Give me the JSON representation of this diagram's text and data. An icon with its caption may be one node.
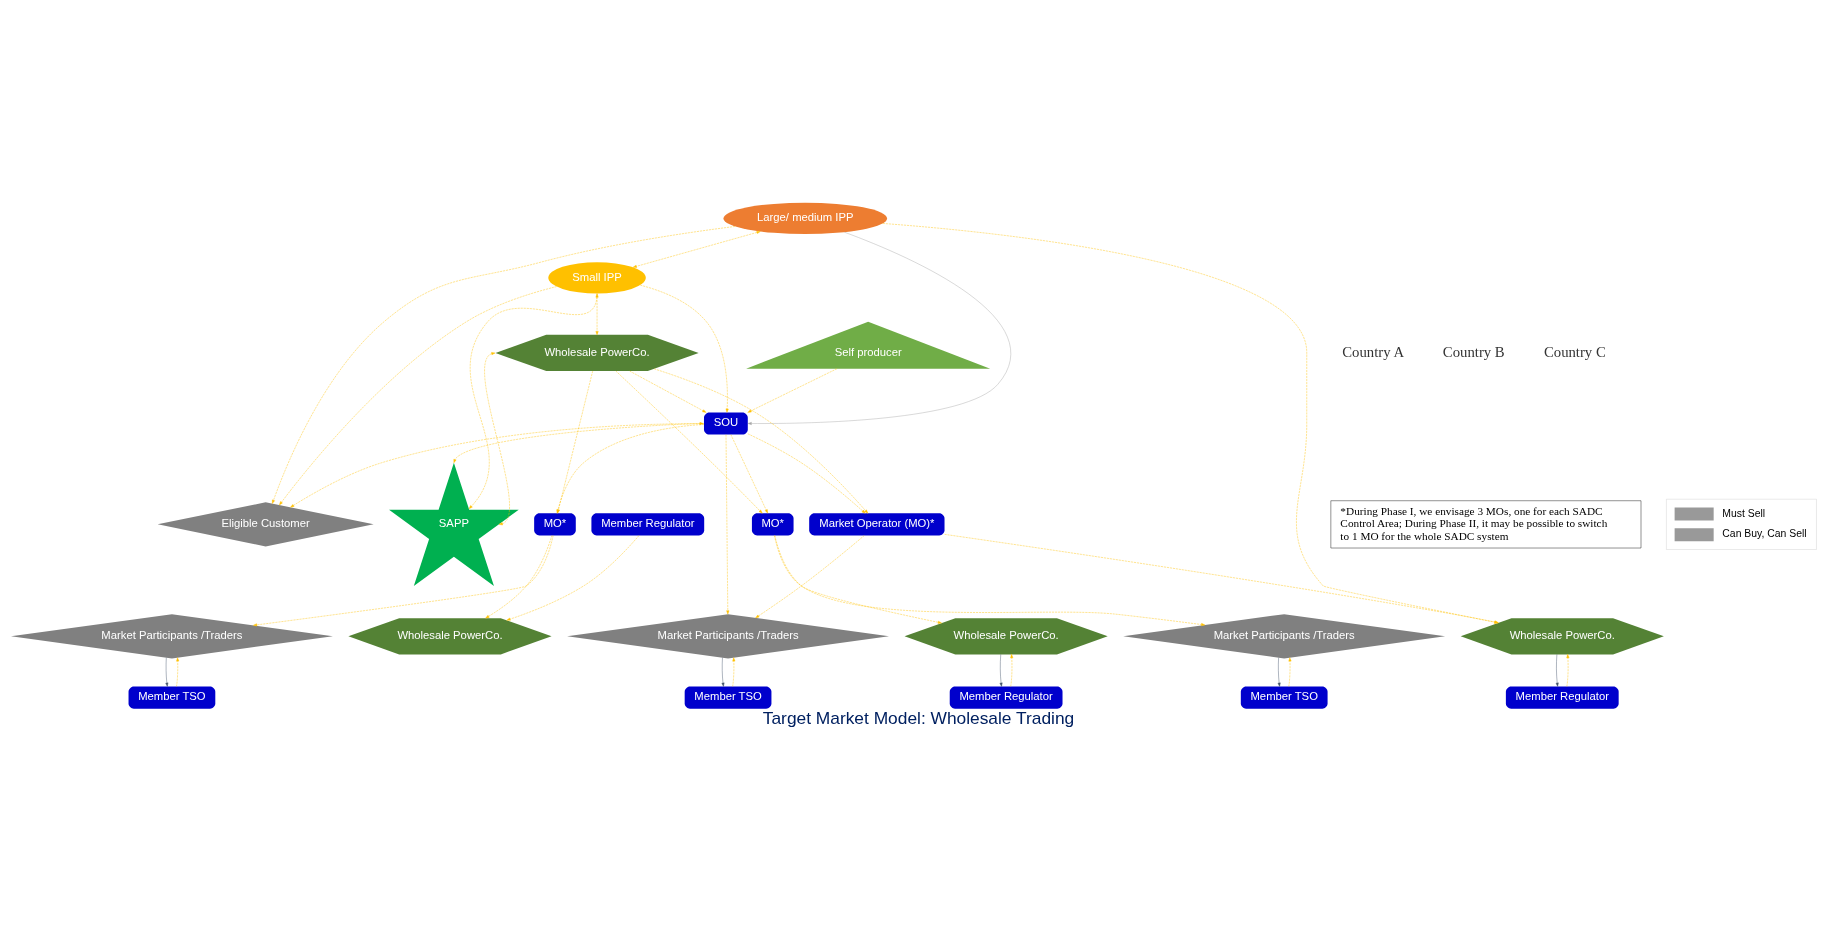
{
  "diagram": {
    "title": "Target Market Model: Wholesale Trading",
    "nodes": [
      {
        "text": [
          "Self producer"
        ]
      },
      {
        "text": [
          "SOU"
        ]
      },
      {
        "text": [
          "Eligible Customer"
        ]
      },
      {
        "text": [
          "Large/ medium IPP"
        ]
      },
      {
        "text": [
          "Small IPP"
        ]
      },
      {
        "text": [
          "Wholesale PowerCo."
        ]
      },
      {
        "text": [
          "SAPP"
        ]
      },
      {
        "text": [
          "Market Operator (MO)*"
        ]
      },
      {
        "text": [
          "Wholesale PowerCo."
        ]
      },
      {
        "text": [
          "Market Participants /Traders"
        ]
      },
      {
        "text": [
          "Member Regulator"
        ]
      },
      {
        "text": [
          "Member TSO"
        ]
      },
      {
        "text": [
          "MO*"
        ]
      },
      {
        "text": [
          "Wholesale PowerCo."
        ]
      },
      {
        "text": [
          "Market Participants /Traders"
        ]
      },
      {
        "text": [
          "Member Regulator"
        ]
      },
      {
        "text": [
          "Member TSO"
        ]
      },
      {
        "text": [
          "MO*"
        ]
      },
      {
        "text": [
          "Wholesale PowerCo."
        ]
      },
      {
        "text": [
          "Market Participants /Traders"
        ]
      },
      {
        "text": [
          "Member Regulator"
        ]
      },
      {
        "text": [
          "Member TSO"
        ]
      }
    ],
    "edges": [
      {
        "from": 0,
        "to": 1,
        "arrow": "to",
        "style": "dashed"
      },
      {
        "from": 1,
        "to": 2,
        "arrow": "to",
        "style": "dashed"
      },
      {
        "from": 1,
        "to": 6,
        "arrow": "both",
        "style": "dashed"
      },
      {
        "from": 1,
        "to": 7,
        "arrow": "to",
        "style": "dashed"
      },
      {
        "from": 1,
        "to": 12,
        "arrow": "to",
        "style": "dashed"
      },
      {
        "from": 1,
        "to": 17,
        "arrow": "to",
        "style": "dashed"
      },
      {
        "from": 1,
        "to": 9,
        "arrow": "to",
        "style": "dashed"
      },
      {
        "from": 3,
        "to": 1,
        "arrow": "to",
        "color": "#a6a6a6"
      },
      {
        "from": 3,
        "to": 2,
        "arrow": "to",
        "style": "dashed"
      },
      {
        "from": 3,
        "to": 8,
        "arrow": "to",
        "style": "dashed"
      },
      {
        "from": 3,
        "to": 4,
        "arrow": "both",
        "style": "dashed"
      },
      {
        "from": 4,
        "to": 1,
        "arrow": "to",
        "style": "dashed"
      },
      {
        "from": 4,
        "to": 2,
        "arrow": "to",
        "style": "dashed"
      },
      {
        "from": 4,
        "to": 5,
        "arrow": "both",
        "style": "dashed"
      },
      {
        "from": 4,
        "to": 6,
        "arrow": "to",
        "style": "dashed"
      },
      {
        "from": 5,
        "to": 1,
        "arrow": "to",
        "style": "dashed"
      },
      {
        "from": 5,
        "to": 6,
        "arrow": "both",
        "style": "dashed"
      },
      {
        "from": 5,
        "to": 7,
        "arrow": "to",
        "style": "dashed"
      },
      {
        "from": 7,
        "to": 8,
        "arrow": "to",
        "style": "dashed"
      },
      {
        "from": 7,
        "to": 9,
        "arrow": "to",
        "style": "dashed"
      },
      {
        "from": 8,
        "to": 10,
        "arrow": "to",
        "color": "#44546a"
      },
      {
        "from": 10,
        "to": 8,
        "arrow": "to",
        "style": "dashed"
      },
      {
        "from": 9,
        "to": 11,
        "arrow": "to",
        "color": "#44546a"
      },
      {
        "from": 11,
        "to": 9,
        "arrow": "to",
        "style": "dashed"
      },
      {
        "from": 12,
        "to": 13,
        "arrow": "to",
        "style": "dashed"
      },
      {
        "from": 12,
        "to": 14,
        "arrow": "to",
        "style": "dashed"
      },
      {
        "from": 15,
        "to": 13,
        "arrow": "to",
        "style": "dashed"
      },
      {
        "from": 14,
        "to": 16,
        "arrow": "to",
        "color": "#44546a"
      },
      {
        "from": 16,
        "to": 14,
        "arrow": "to",
        "style": "dashed"
      },
      {
        "from": 5,
        "to": 12,
        "arrow": "to",
        "style": "dashed"
      },
      {
        "from": 17,
        "to": 18,
        "arrow": "to",
        "style": "dashed"
      },
      {
        "from": 17,
        "to": 19,
        "arrow": "to",
        "style": "dashed"
      },
      {
        "from": 18,
        "to": 20,
        "arrow": "to",
        "color": "#44546a"
      },
      {
        "from": 20,
        "to": 18,
        "arrow": "to",
        "style": "dashed"
      },
      {
        "from": 19,
        "to": 21,
        "arrow": "to",
        "color": "#44546a"
      },
      {
        "from": 21,
        "to": 19,
        "arrow": "to",
        "style": "dashed"
      },
      {
        "from": 5,
        "to": 17,
        "arrow": "to",
        "style": "dashed"
      }
    ],
    "labels": [
      "Country A",
      "Country B",
      "Country C",
      "*During Phase I, we envisage 3 MOs, one for each SADC Control Area; During Phase II, it may be possible to switch to 1 MO for the whole SADC system"
    ],
    "legend": [
      {
        "text": "Must Sell"
      },
      {
        "text": "Can Buy, Can Sell"
      }
    ]
  }
}
